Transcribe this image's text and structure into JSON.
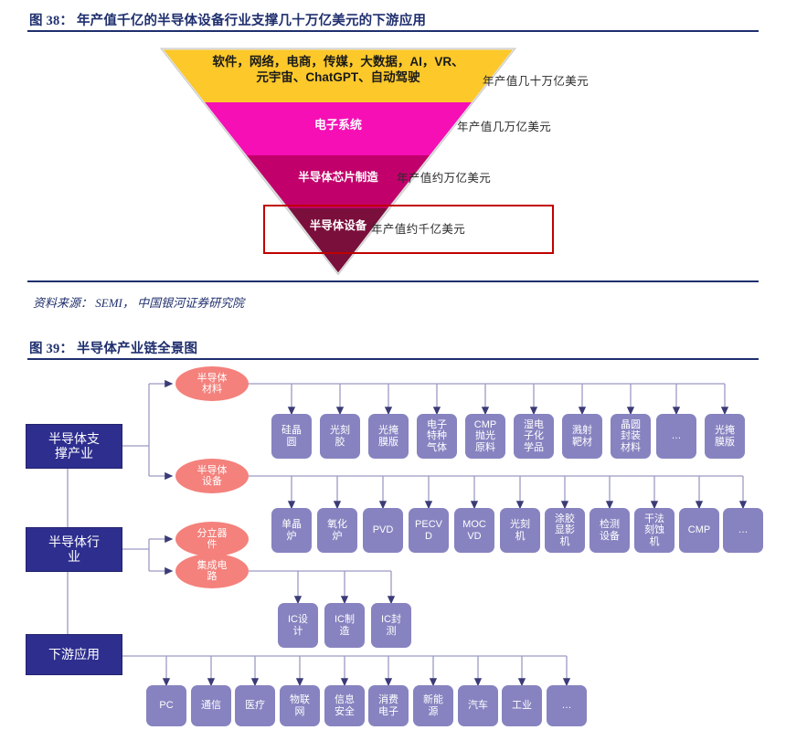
{
  "figure38": {
    "title": "图 38： 年产值千亿的半导体设备行业支撑几十万亿美元的下游应用",
    "source": "资料来源： SEMI， 中国银河证券研究院",
    "pyramid": {
      "layers": [
        {
          "label": "软件，网络，电商，传媒，大数据，AI，VR、\n元宇宙、ChatGPT、自动驾驶",
          "color": "#fcc82a",
          "side_label": "年产值几十万亿美元"
        },
        {
          "label": "电子系统",
          "color": "#f50fb5",
          "side_label": "年产值几万亿美元"
        },
        {
          "label": "半导体芯片制造",
          "color": "#c2006b",
          "side_label": "年产值约万亿美元"
        },
        {
          "label": "半导体设备",
          "color": "#7a0f3c",
          "side_label": "年产值约千亿美元"
        }
      ],
      "highlight_color": "#c00000"
    }
  },
  "figure39": {
    "title": "图 39： 半导体产业链全景图",
    "main_nodes": [
      {
        "id": "support",
        "label": "半导体支\n撑产业"
      },
      {
        "id": "industry",
        "label": "半导体行\n业"
      },
      {
        "id": "downstream",
        "label": "下游应用"
      }
    ],
    "categories": [
      {
        "id": "materials",
        "label": "半导体\n材料"
      },
      {
        "id": "equipment",
        "label": "半导体\n设备"
      },
      {
        "id": "discrete",
        "label": "分立器\n件"
      },
      {
        "id": "ic",
        "label": "集成电\n路"
      }
    ],
    "rows": {
      "materials": [
        "硅晶\n圆",
        "光刻\n胶",
        "光掩\n膜版",
        "电子\n特种\n气体",
        "CMP\n抛光\n原料",
        "湿电\n子化\n学品",
        "溅射\n靶材",
        "晶圆\n封装\n材料",
        "…",
        "光掩\n膜版"
      ],
      "equipment": [
        "单晶\n炉",
        "氧化\n炉",
        "PVD",
        "PECV\nD",
        "MOC\nVD",
        "光刻\n机",
        "涂胶\n显影\n机",
        "检测\n设备",
        "干法\n刻蚀\n机",
        "CMP",
        "…"
      ],
      "ic": [
        "IC设\n计",
        "IC制\n造",
        "IC封\n测"
      ],
      "applications": [
        "PC",
        "通信",
        "医疗",
        "物联\n网",
        "信息\n安全",
        "消费\n电子",
        "新能\n源",
        "汽车",
        "工业",
        "…"
      ]
    },
    "colors": {
      "main_node": "#2e2e8f",
      "category_ellipse": "#f4817c",
      "leaf_box": "#8783c0",
      "wire": "#9a9ac4"
    }
  }
}
